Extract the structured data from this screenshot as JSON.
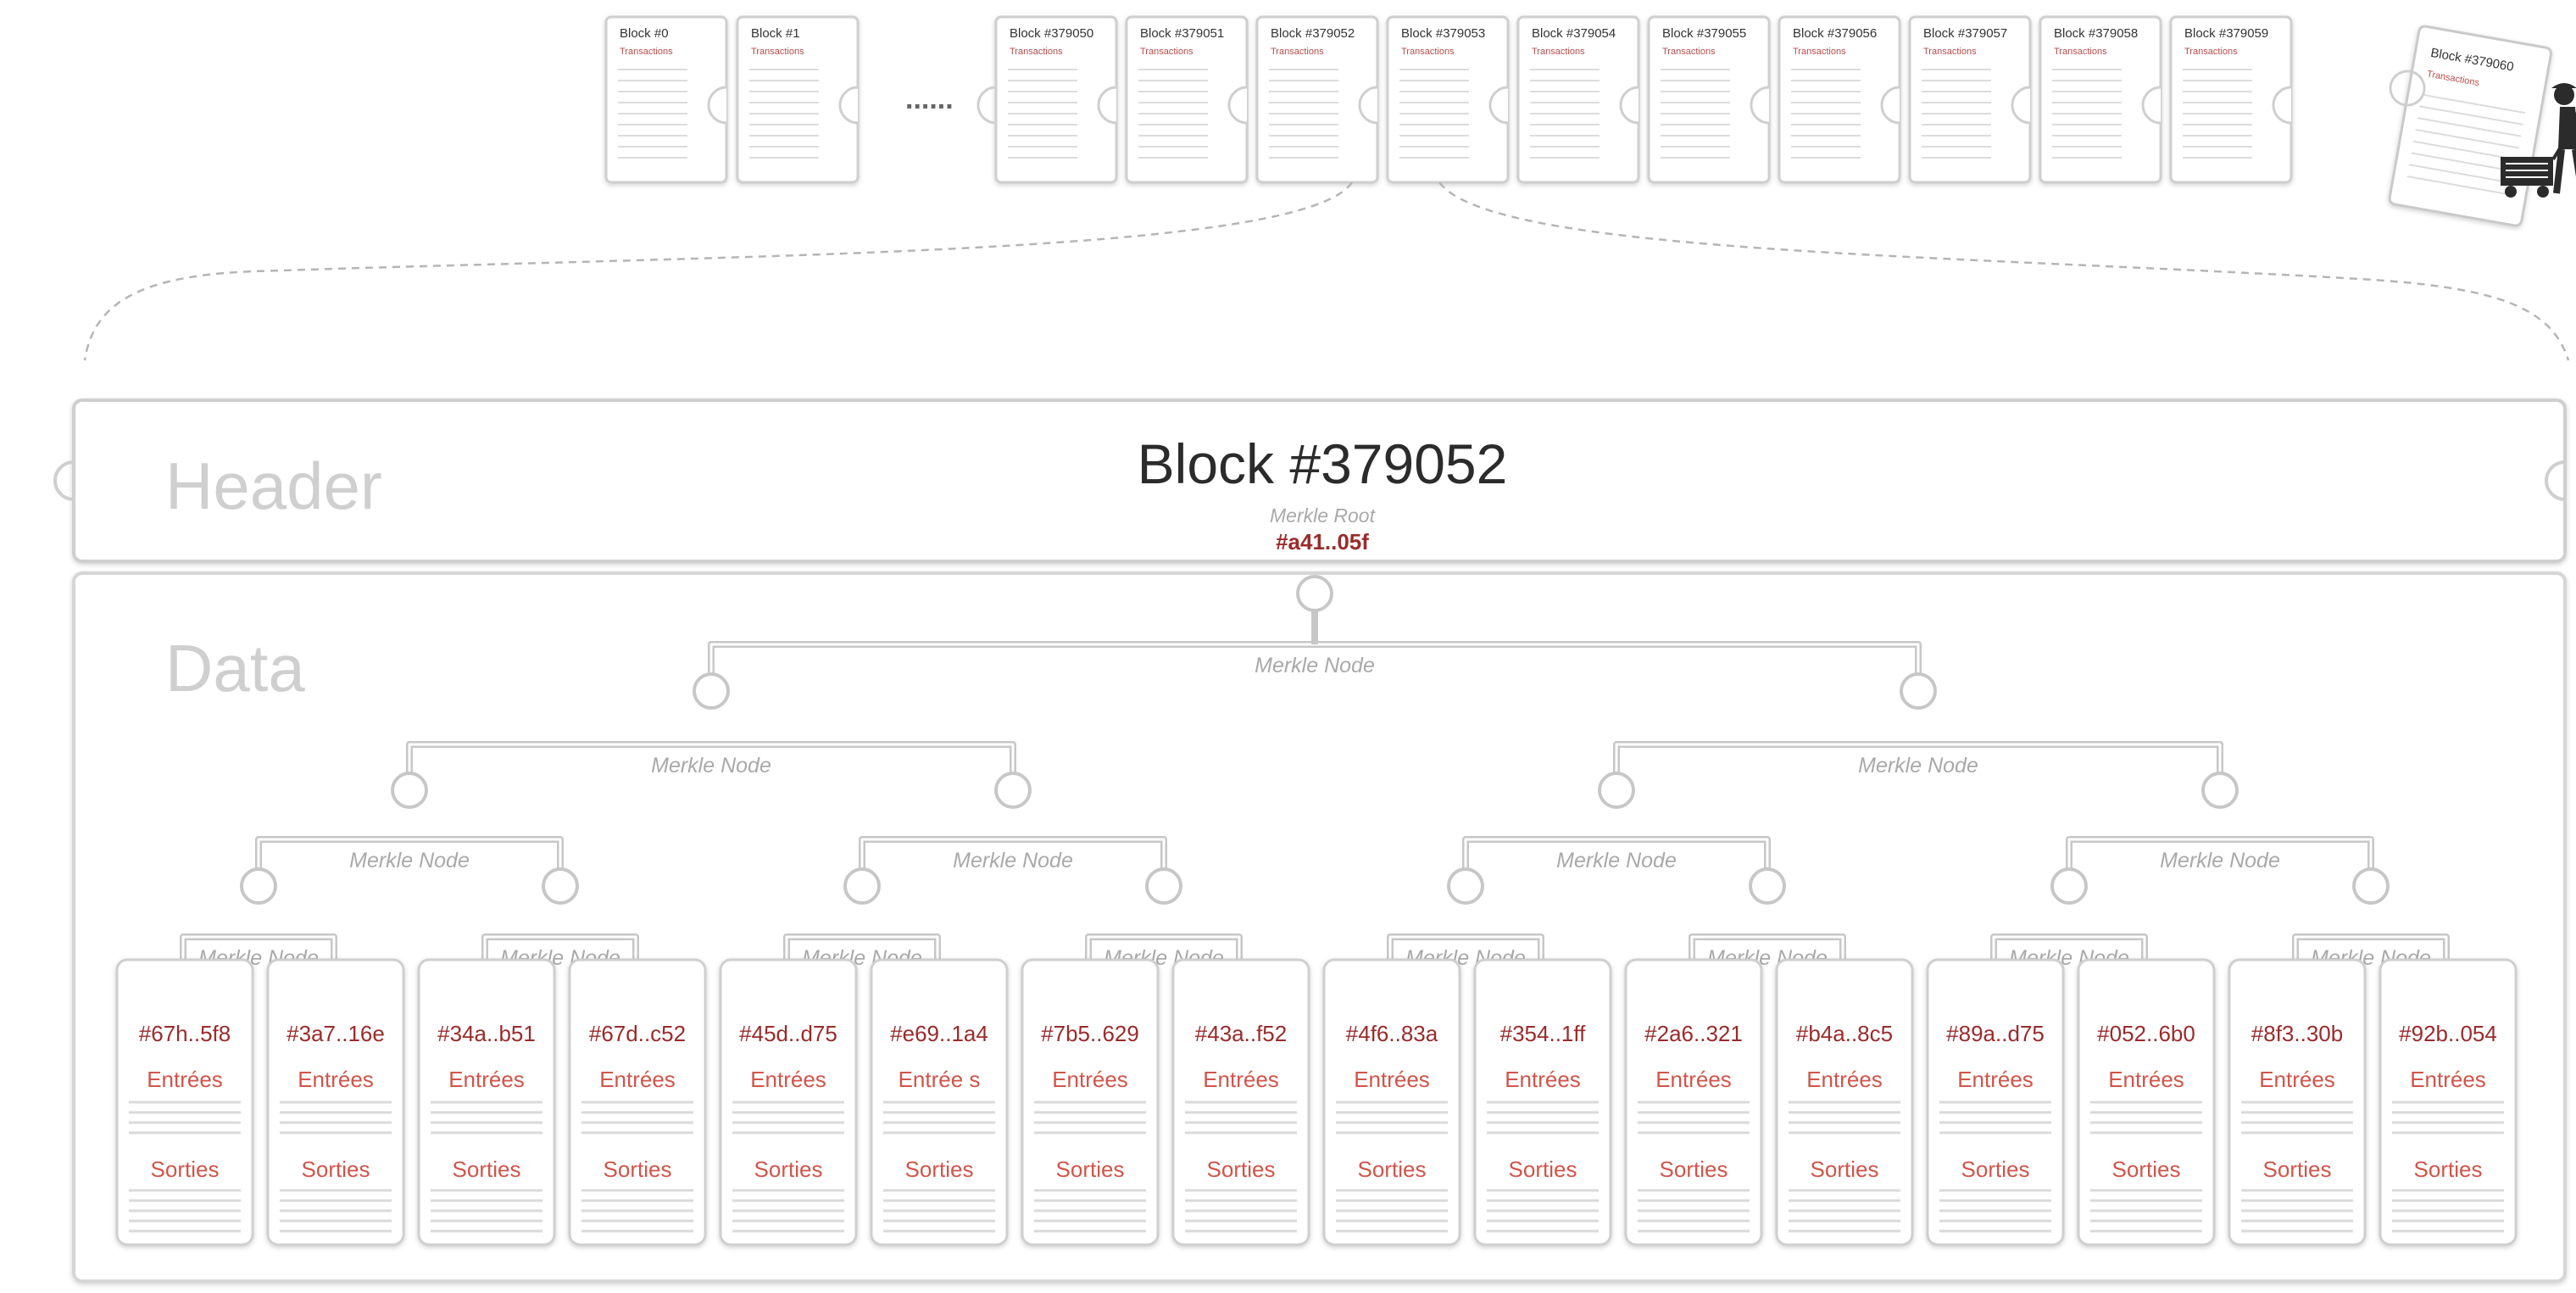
{
  "chain": {
    "early_blocks": [
      {
        "label": "Block #0",
        "tx_label": "Transactions"
      },
      {
        "label": "Block #1",
        "tx_label": "Transactions"
      }
    ],
    "ellipsis": "......",
    "recent_blocks": [
      {
        "label": "Block #379050",
        "tx_label": "Transactions"
      },
      {
        "label": "Block #379051",
        "tx_label": "Transactions"
      },
      {
        "label": "Block #379052",
        "tx_label": "Transactions"
      },
      {
        "label": "Block #379053",
        "tx_label": "Transactions"
      },
      {
        "label": "Block #379054",
        "tx_label": "Transactions"
      },
      {
        "label": "Block #379055",
        "tx_label": "Transactions"
      },
      {
        "label": "Block #379056",
        "tx_label": "Transactions"
      },
      {
        "label": "Block #379057",
        "tx_label": "Transactions"
      },
      {
        "label": "Block #379058",
        "tx_label": "Transactions"
      },
      {
        "label": "Block #379059",
        "tx_label": "Transactions"
      }
    ],
    "mined_block": {
      "label": "Block #379060",
      "tx_label": "Transactions"
    },
    "miner_icon": "miner-with-pickaxe-and-cart-icon"
  },
  "detail": {
    "block_title": "Block #379052",
    "header_label": "Header",
    "data_label": "Data",
    "merkle_root_label": "Merkle Root",
    "merkle_root_hash": "#a41..05f",
    "merkle_node_label": "Merkle Node",
    "leaves": [
      {
        "hash": "#67h..5f8",
        "inputs": "Entrées",
        "outputs": "Sorties"
      },
      {
        "hash": "#3a7..16e",
        "inputs": "Entrées",
        "outputs": "Sorties"
      },
      {
        "hash": "#34a..b51",
        "inputs": "Entrées",
        "outputs": "Sorties"
      },
      {
        "hash": "#67d..c52",
        "inputs": "Entrées",
        "outputs": "Sorties"
      },
      {
        "hash": "#45d..d75",
        "inputs": "Entrées",
        "outputs": "Sorties"
      },
      {
        "hash": "#e69..1a4",
        "inputs": "Entrée s",
        "outputs": "Sorties"
      },
      {
        "hash": "#7b5..629",
        "inputs": "Entrées",
        "outputs": "Sorties"
      },
      {
        "hash": "#43a..f52",
        "inputs": "Entrées",
        "outputs": "Sorties"
      },
      {
        "hash": "#4f6..83a",
        "inputs": "Entrées",
        "outputs": "Sorties"
      },
      {
        "hash": "#354..1ff",
        "inputs": "Entrées",
        "outputs": "Sorties"
      },
      {
        "hash": "#2a6..321",
        "inputs": "Entrées",
        "outputs": "Sorties"
      },
      {
        "hash": "#b4a..8c5",
        "inputs": "Entrées",
        "outputs": "Sorties"
      },
      {
        "hash": "#89a..d75",
        "inputs": "Entrées",
        "outputs": "Sorties"
      },
      {
        "hash": "#052..6b0",
        "inputs": "Entrées",
        "outputs": "Sorties"
      },
      {
        "hash": "#8f3..30b",
        "inputs": "Entrées",
        "outputs": "Sorties"
      },
      {
        "hash": "#92b..054",
        "inputs": "Entrées",
        "outputs": "Sorties"
      }
    ]
  },
  "colors": {
    "hash": "#9a2b2b",
    "io_label": "#d0554a",
    "tree_line": "#c7c7c7",
    "card_border": "#cfcfcf"
  }
}
